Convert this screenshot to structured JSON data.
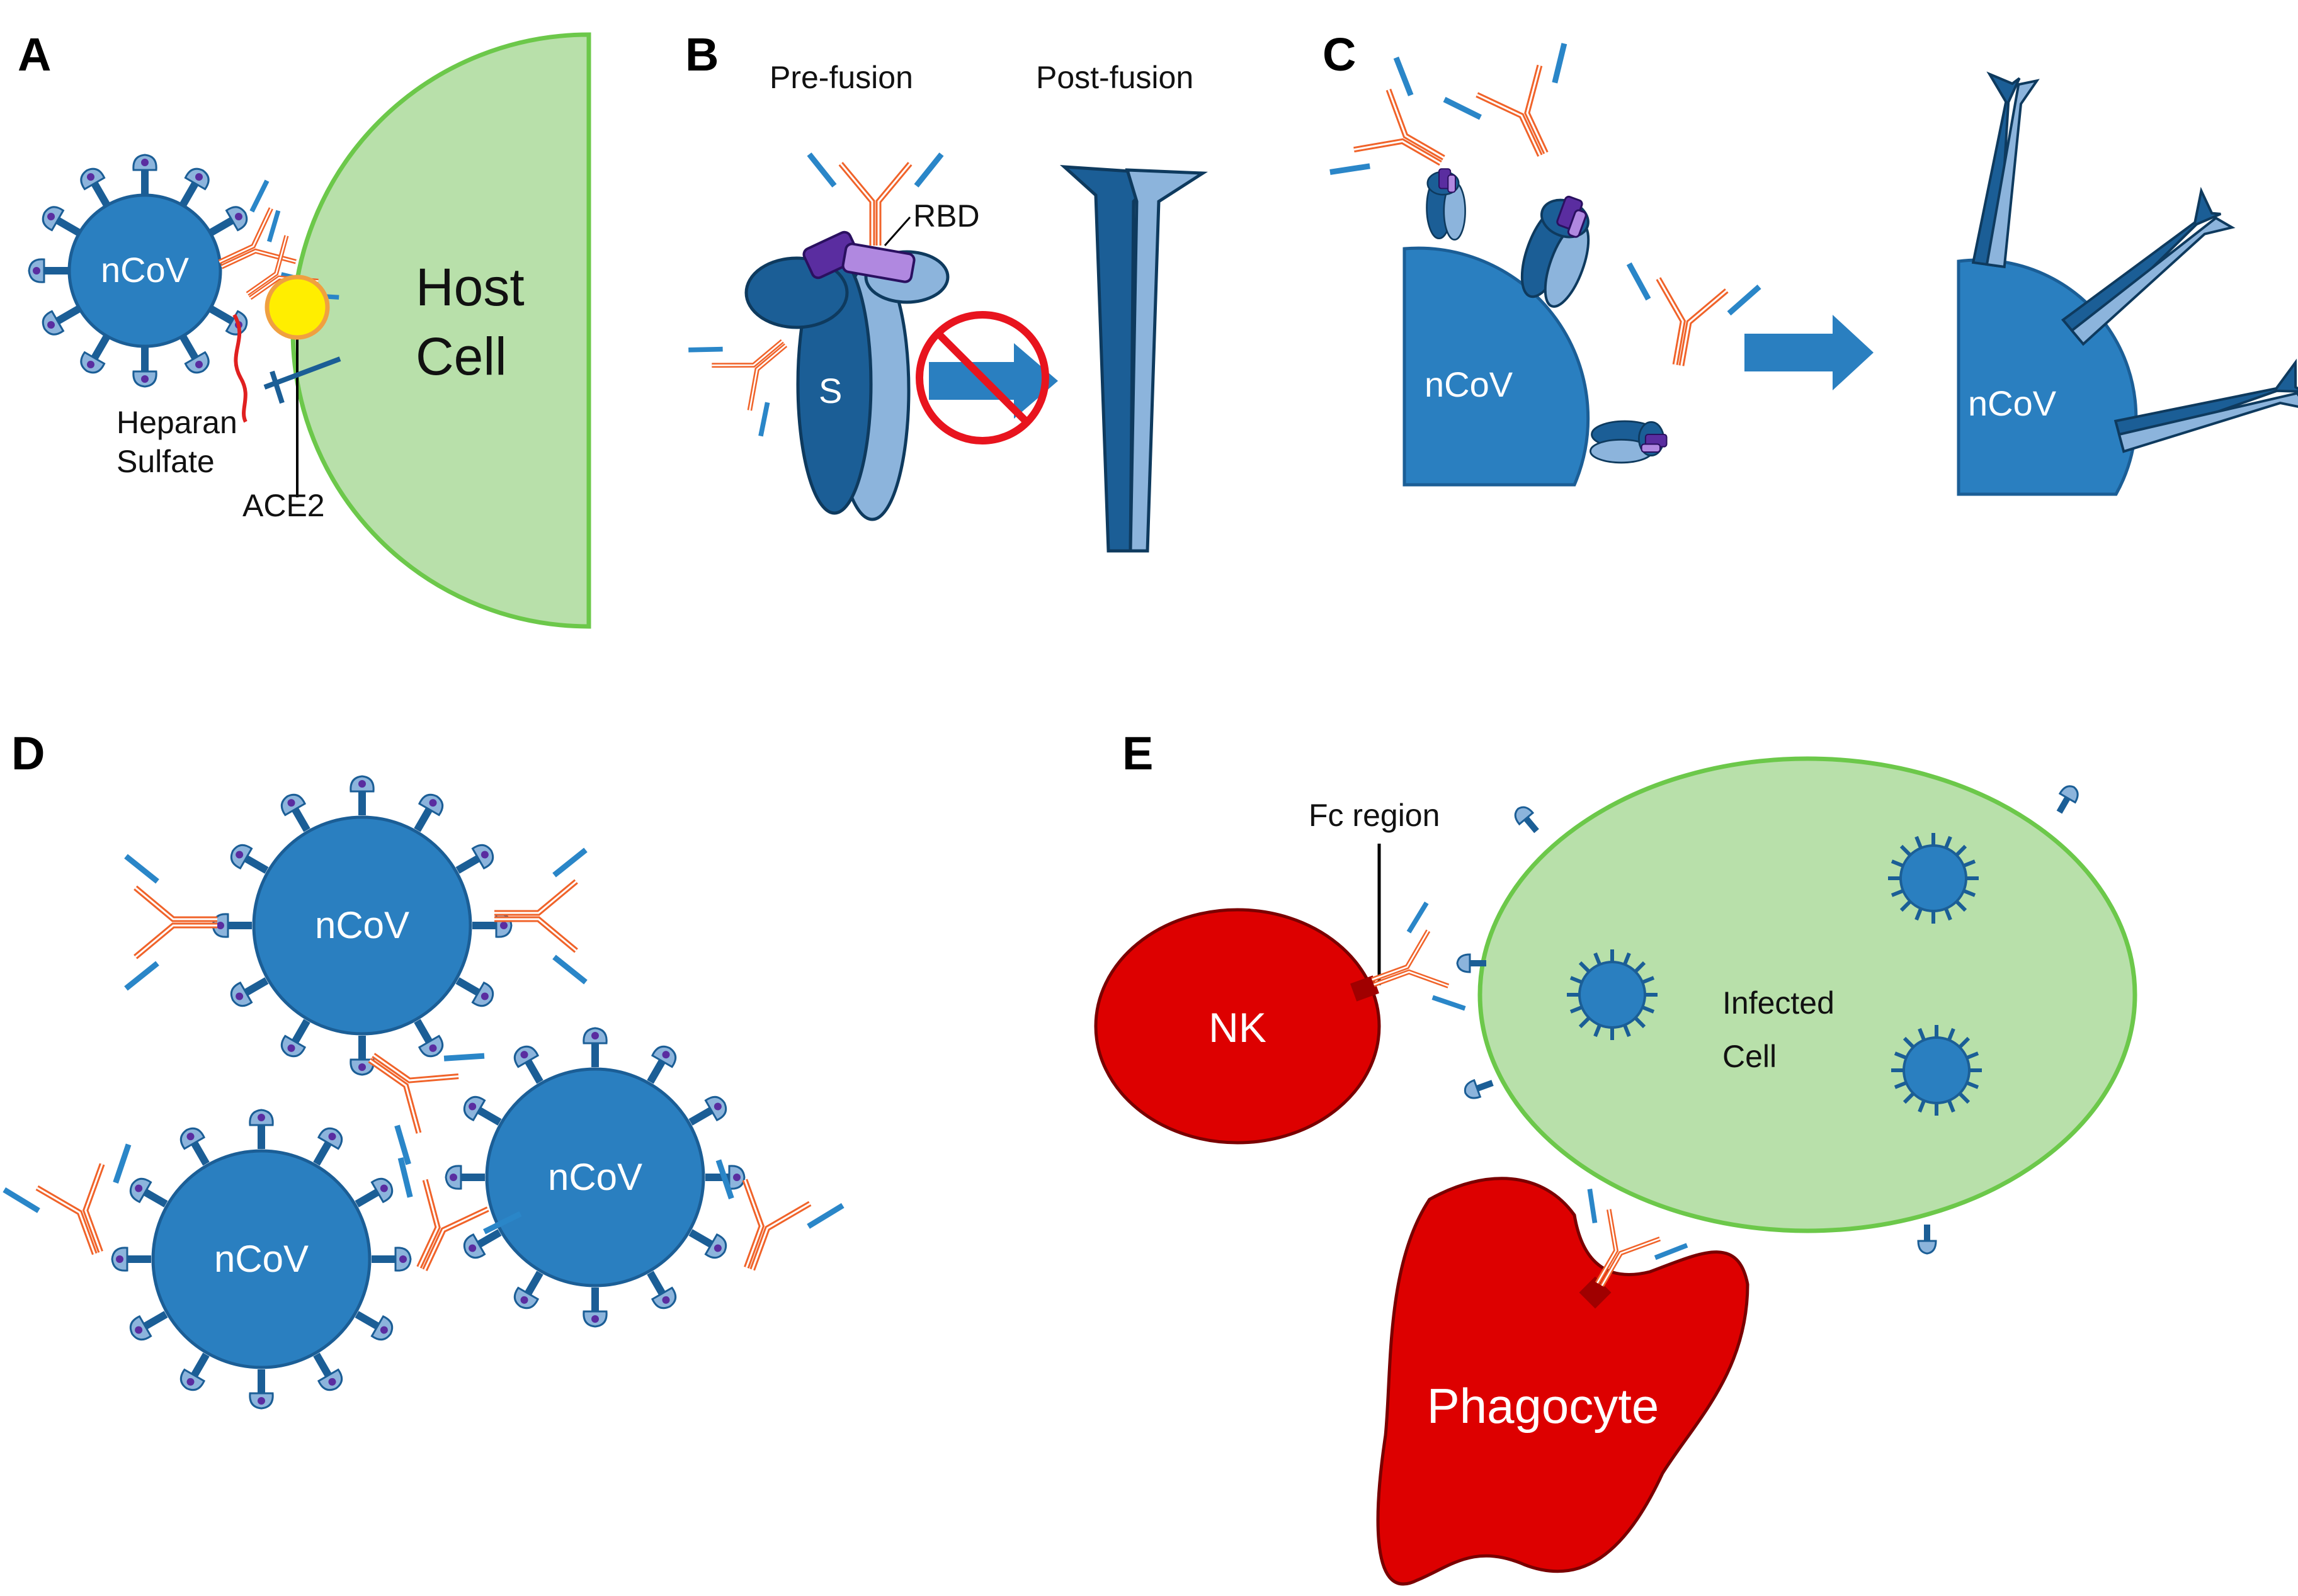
{
  "panels": {
    "a": {
      "label": "A",
      "virus": "nCoV",
      "host_cell": [
        "Host",
        "Cell"
      ],
      "heparan_sulfate": [
        "Heparan",
        "Sulfate"
      ],
      "ace2": "ACE2"
    },
    "b": {
      "label": "B",
      "pre_fusion": "Pre-fusion",
      "post_fusion": "Post-fusion",
      "rbd": "RBD",
      "spike": "S"
    },
    "c": {
      "label": "C",
      "virus_left": "nCoV",
      "virus_right": "nCoV"
    },
    "d": {
      "label": "D",
      "virus_top": "nCoV",
      "virus_right": "nCoV",
      "virus_left": "nCoV"
    },
    "e": {
      "label": "E",
      "fc_region": "Fc region",
      "nk": "NK",
      "infected_cell": [
        "Infected",
        "Cell"
      ],
      "phagocyte": "Phagocyte"
    }
  },
  "colors": {
    "virus_blue": "#2a7fc0",
    "virus_dark": "#1b5e96",
    "spike_light": "#8cb4dc",
    "purple_dark": "#5a2da0",
    "purple_light": "#b088e0",
    "antibody_orange": "#f0632a",
    "antibody_blue": "#2a86c8",
    "host_green": "#b8e0aa",
    "host_green_stroke": "#6cc84a",
    "cell_red": "#dd0000",
    "yellow": "#ffee00",
    "forbid_red": "#e8141e"
  }
}
